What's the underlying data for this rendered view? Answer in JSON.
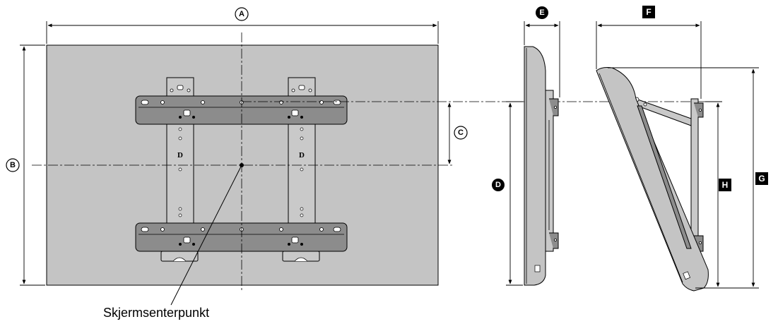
{
  "labels": {
    "A": "A",
    "B": "B",
    "C": "C",
    "D": "D",
    "E": "E",
    "F": "F",
    "G": "G",
    "H": "H"
  },
  "caption": "Skjermsenterpunkt",
  "colors": {
    "panel_fill": "#c4c4c4",
    "bracket_fill": "#8c8c8c",
    "line": "#000000",
    "background": "#ffffff"
  }
}
